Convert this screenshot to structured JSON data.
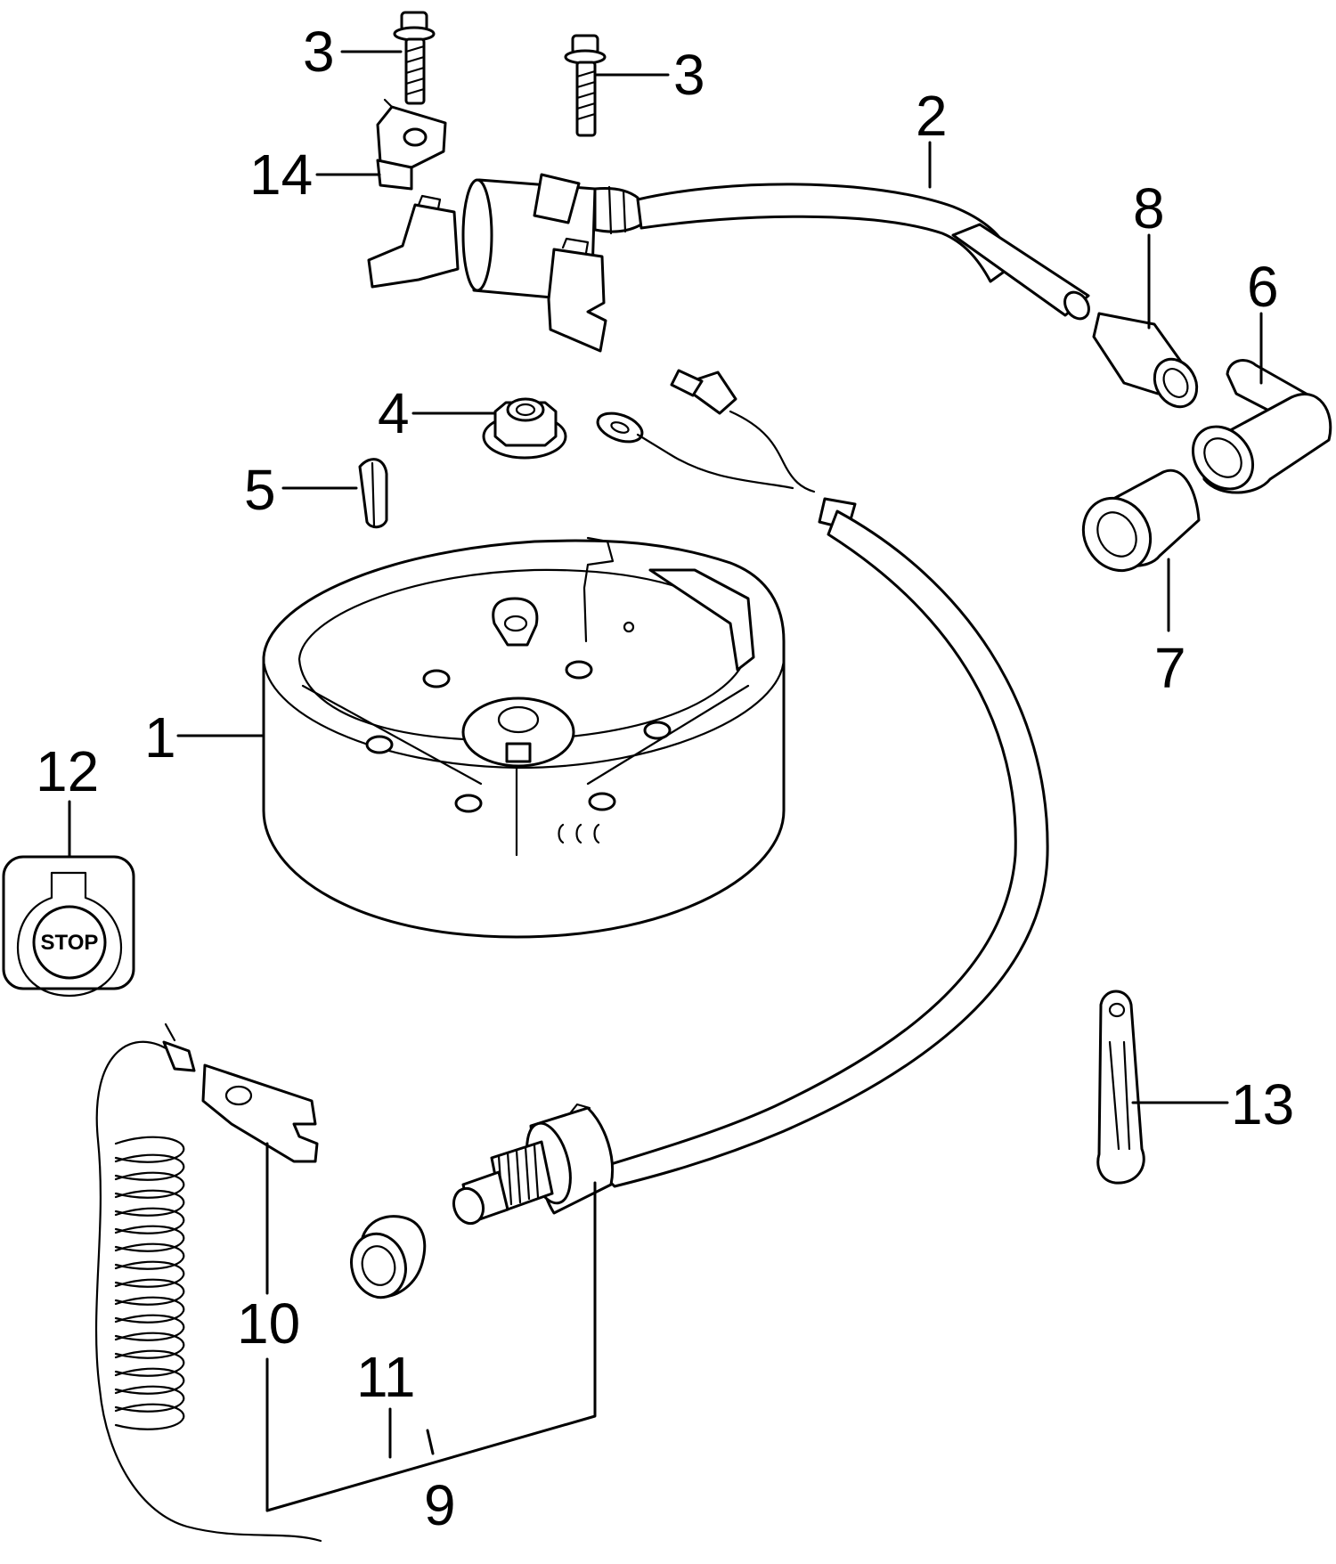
{
  "callouts": {
    "c1": "1",
    "c2": "2",
    "c3a": "3",
    "c3b": "3",
    "c4": "4",
    "c5": "5",
    "c6": "6",
    "c7": "7",
    "c8": "8",
    "c9": "9",
    "c10": "10",
    "c11": "11",
    "c12": "12",
    "c13": "13",
    "c14": "14"
  },
  "stop_plate": {
    "text": "STOP"
  },
  "colors": {
    "line": "#000000",
    "background": "#ffffff"
  }
}
